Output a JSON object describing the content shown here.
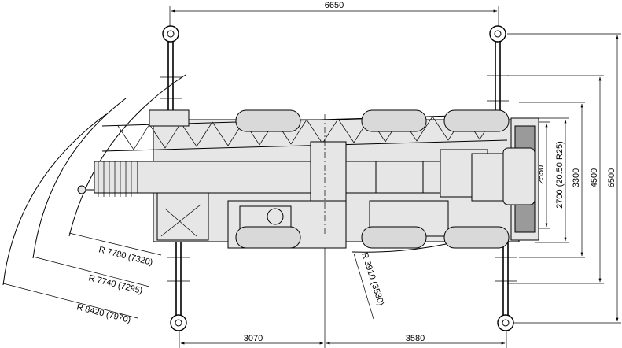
{
  "dimensions": {
    "outrigger_span_top": "6650",
    "front_to_center": "3070",
    "center_to_rear": "3580",
    "width_2550": "2550",
    "width_2700": "2700 (20.50 R25)",
    "width_3300": "3300",
    "width_4500": "4500",
    "width_6500": "6500"
  },
  "radii": {
    "r1": "R 7780 (7320)",
    "r2": "R 7740 (7295)",
    "r3": "R 8420 (7970)",
    "r4": "R 3910 (3530)"
  }
}
